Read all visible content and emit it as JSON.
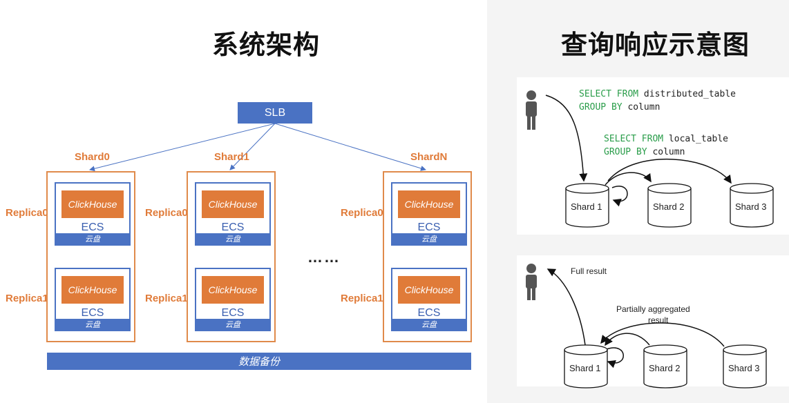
{
  "titles": {
    "left": "系统架构",
    "right": "查询响应示意图"
  },
  "architecture": {
    "slb": "SLB",
    "shards": [
      {
        "name": "Shard0"
      },
      {
        "name": "Shard1"
      },
      {
        "name": "ShardN"
      }
    ],
    "replica_labels": [
      "Replica0",
      "Replica1"
    ],
    "node_app": "ClickHouse",
    "node_host": "ECS",
    "node_disk": "云盘",
    "ellipsis": "……",
    "backup": "数据备份"
  },
  "query_top": {
    "query1_line1_kw": "SELECT FROM",
    "query1_line1_rest": " distributed_table",
    "query1_line2_kw": "GROUP BY",
    "query1_line2_rest": " column",
    "query2_line1_kw": "SELECT FROM",
    "query2_line1_rest": " local_table",
    "query2_line2_kw": "GROUP BY",
    "query2_line2_rest": " column",
    "shards": [
      "Shard 1",
      "Shard 2",
      "Shard 3"
    ]
  },
  "query_bottom": {
    "full_result": "Full result",
    "partial_line1": "Partially aggregated",
    "partial_line2": "result",
    "shards": [
      "Shard 1",
      "Shard 2",
      "Shard 3"
    ]
  },
  "colors": {
    "blue": "#4a72c3",
    "orange": "#e07b39",
    "green_keyword": "#2a9d4a"
  }
}
